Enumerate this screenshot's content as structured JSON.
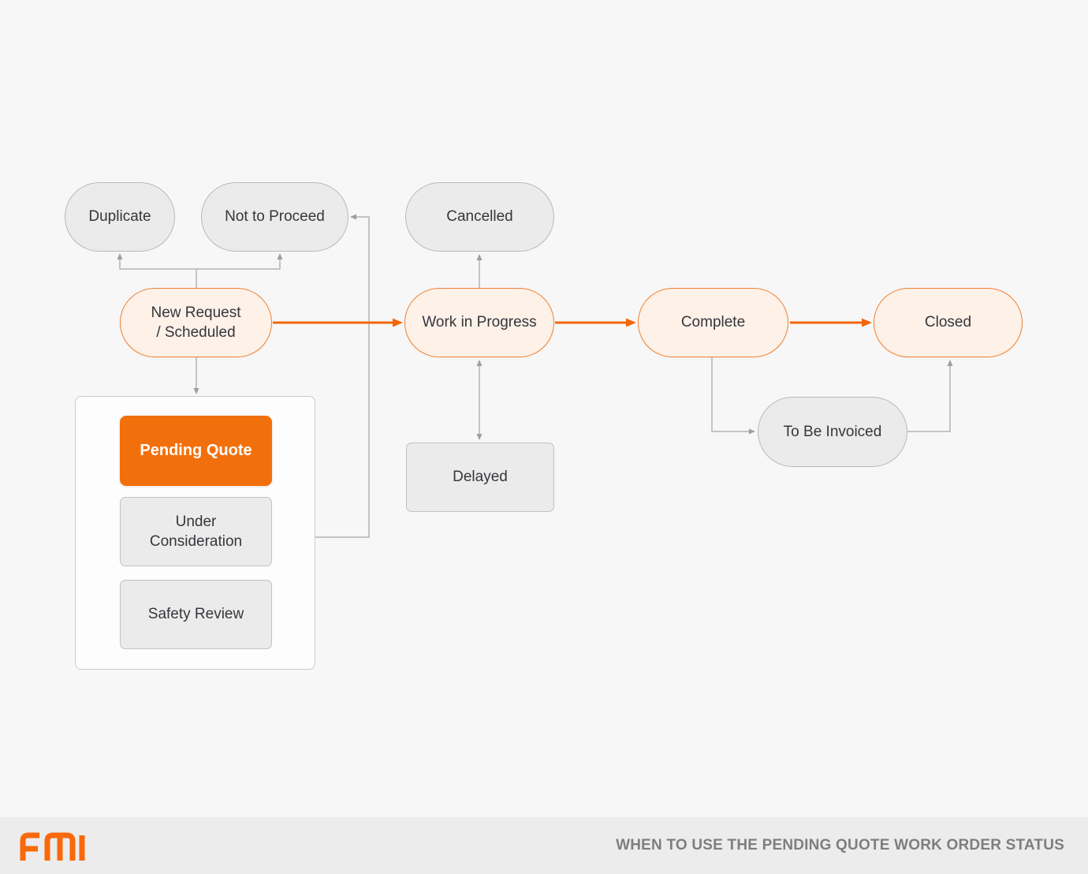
{
  "diagram": {
    "nodes": {
      "duplicate": {
        "label": "Duplicate"
      },
      "not_to_proceed": {
        "label": "Not to Proceed"
      },
      "cancelled": {
        "label": "Cancelled"
      },
      "new_request": {
        "lines": [
          "New Request",
          "/ Scheduled"
        ]
      },
      "work_in_progress": {
        "label": "Work in Progress"
      },
      "complete": {
        "label": "Complete"
      },
      "closed": {
        "label": "Closed"
      },
      "pending_quote": {
        "label": "Pending Quote"
      },
      "under_consideration": {
        "lines": [
          "Under",
          "Consideration"
        ]
      },
      "safety_review": {
        "label": "Safety Review"
      },
      "delayed": {
        "label": "Delayed"
      },
      "to_be_invoiced": {
        "label": "To Be Invoiced"
      }
    },
    "edges": [
      {
        "from": "new_request",
        "to": "duplicate",
        "style": "gray"
      },
      {
        "from": "new_request",
        "to": "not_to_proceed",
        "style": "gray"
      },
      {
        "from": "new_request",
        "to": "pending_quote_group",
        "style": "gray"
      },
      {
        "from": "new_request",
        "to": "work_in_progress",
        "style": "orange"
      },
      {
        "from": "work_in_progress",
        "to": "cancelled",
        "style": "gray"
      },
      {
        "from": "work_in_progress",
        "to": "delayed",
        "style": "gray",
        "bidirectional": true
      },
      {
        "from": "work_in_progress",
        "to": "complete",
        "style": "orange"
      },
      {
        "from": "complete",
        "to": "closed",
        "style": "orange"
      },
      {
        "from": "complete",
        "to": "to_be_invoiced",
        "style": "gray"
      },
      {
        "from": "to_be_invoiced",
        "to": "closed",
        "style": "gray"
      },
      {
        "from": "pending_quote",
        "to": "safety_review",
        "style": "gray",
        "bidirectional": true
      },
      {
        "from": "group_loop",
        "to": "pending_quote",
        "style": "gray"
      },
      {
        "from": "group_loop",
        "to": "under_consideration",
        "style": "gray"
      },
      {
        "from": "group_loop",
        "to": "safety_review",
        "style": "gray"
      },
      {
        "from": "pending_quote_group",
        "to": "not_to_proceed",
        "style": "gray"
      }
    ],
    "colors": {
      "background": "#f7f7f8",
      "gray_fill": "#ebebeb",
      "gray_border": "#b9b9b9",
      "orange_fill": "#fdf1e8",
      "orange_border": "#ef8233",
      "pending_fill": "#f2700c",
      "wire_gray": "#b3b3b3",
      "wire_orange": "#f2670a",
      "text": "#36363c"
    }
  },
  "footer": {
    "logo": "FMI",
    "caption": "WHEN TO USE THE PENDING QUOTE WORK ORDER STATUS"
  }
}
